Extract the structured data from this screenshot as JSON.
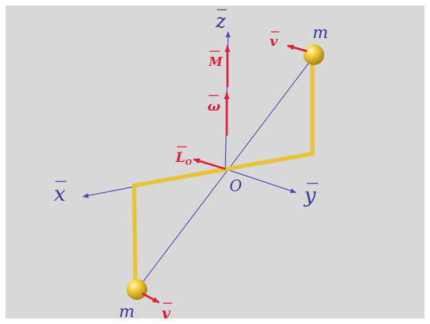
{
  "colors": {
    "background": "#d8d8d8",
    "axis": "#4a4ab8",
    "rod": "#e8c43a",
    "vector": "#e0203a",
    "label_red": "#e0203a",
    "label_blue": "#3a3aa0"
  },
  "labels": {
    "axis_z": "z",
    "axis_x": "x",
    "axis_y": "y",
    "origin": "O",
    "mass_top": "m",
    "mass_bottom": "m",
    "vec_M": "M",
    "vec_omega": "ω",
    "vec_L": "L",
    "vec_L_sub": "O",
    "vec_v_top": "v",
    "vec_v_bottom": "v"
  }
}
